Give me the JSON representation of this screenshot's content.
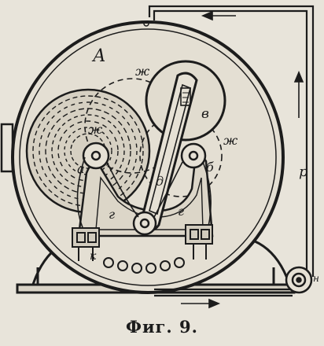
{
  "caption": "Фиг. 9.",
  "labels": {
    "A": "А",
    "zh_top": "ж",
    "zh_left": "ж",
    "zh_right": "ж",
    "v": "в",
    "b": "б",
    "a": "а",
    "d": "д",
    "g_left": "г",
    "g_right": "г",
    "k": "к",
    "r": "р",
    "n": "н"
  },
  "colors": {
    "ink": "#1c1c1c",
    "paper": "#e8e4da"
  }
}
